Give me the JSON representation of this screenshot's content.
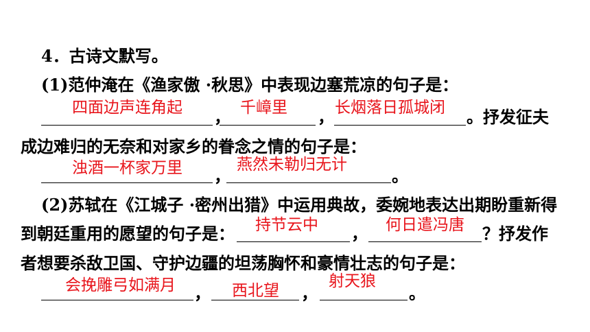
{
  "question": {
    "heading": "4．古诗文默写。",
    "part1": {
      "prompt": "(1)范仲淹在《渔家傲 ·秋思》中表现边塞荒凉的句子是：",
      "answers": [
        "四面边声连角起",
        "千嶂里",
        "长烟落日孤城闭"
      ],
      "tail": "。抒发征夫",
      "line2": "成边难归的无奈和对家乡的眷念之情的句子是：",
      "answers2": [
        "浊酒一杯家万里",
        "燕然未勒归无计"
      ]
    },
    "part2": {
      "prompt": "(2)苏轼在《江城子 ·密州出猎》中运用典故，委婉地表达出期盼重新得",
      "line2_prefix": "到朝廷重用的愿望的句子是：",
      "answers": [
        "持节云中",
        "何日遣冯唐"
      ],
      "tail": "？抒发作",
      "line3": "者想要杀敌卫国、守护边疆的坦荡胸怀和豪情壮志的句子是：",
      "answers3": [
        "会挽雕弓如满月",
        "西北望",
        "射天狼"
      ]
    }
  },
  "colors": {
    "answer": "#e8141b",
    "text": "#000000"
  }
}
